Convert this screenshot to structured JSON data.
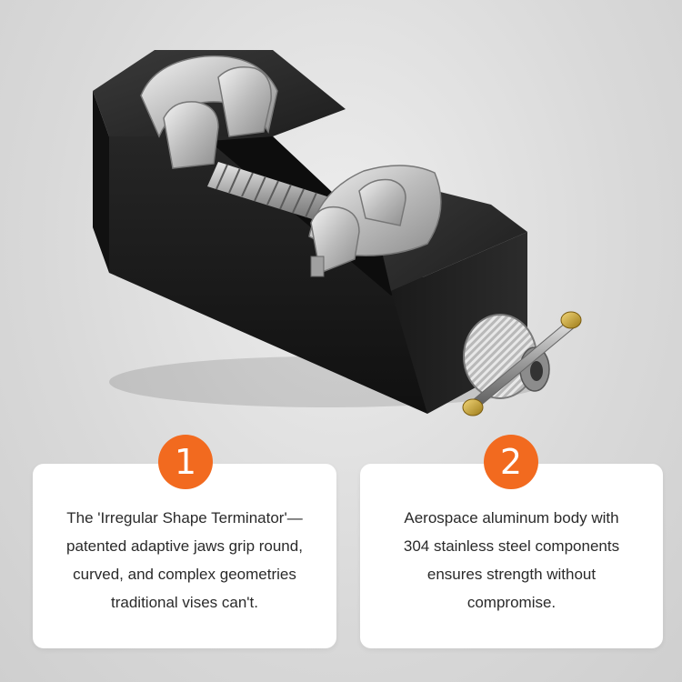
{
  "features": [
    {
      "number": "1",
      "lines": [
        "The 'Irregular Shape Terminator'—",
        "patented adaptive jaws grip round,",
        "curved, and complex geometries",
        "traditional vises can't."
      ]
    },
    {
      "number": "2",
      "lines": [
        "Aerospace aluminum body with",
        "304 stainless steel components",
        "ensures strength without",
        "compromise."
      ]
    }
  ],
  "colors": {
    "badge": "#f26a1f",
    "card": "#ffffff",
    "background": "#d9d9d9",
    "vise_body": "#1c1c1c",
    "steel": "#c8c8c8",
    "brass": "#c9a227"
  }
}
